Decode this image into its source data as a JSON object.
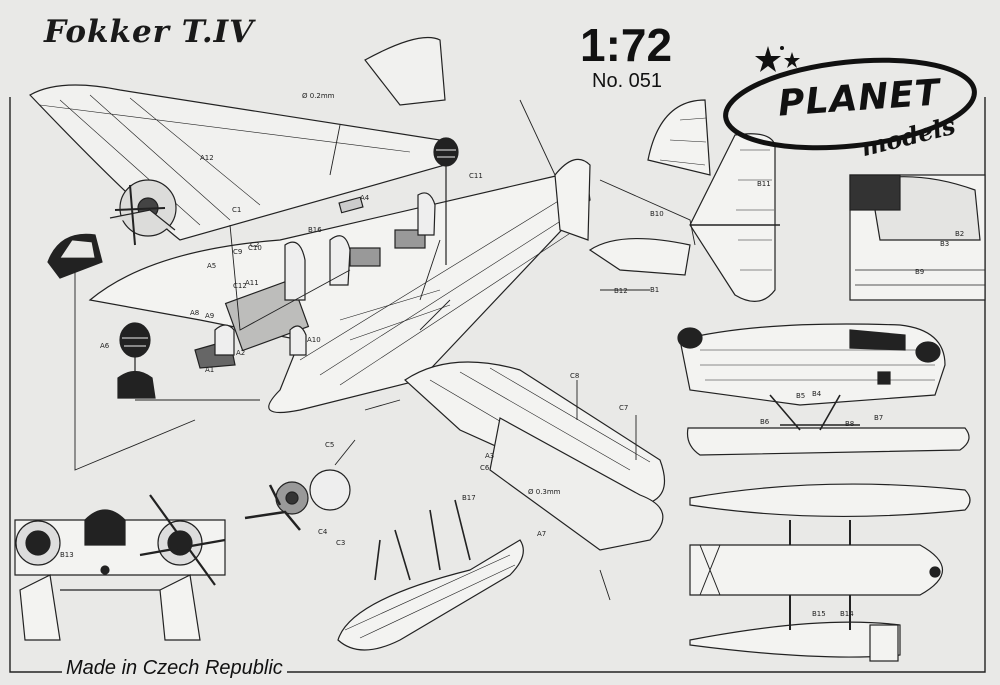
{
  "header": {
    "title": "Fokker T.IV",
    "scale": "1:72",
    "catalog_number": "No. 051"
  },
  "brand": {
    "name": "PLANET",
    "tagline": "models"
  },
  "footer": {
    "origin": "Made in Czech Republic"
  },
  "callouts": {
    "a1": "A1",
    "a2": "A2",
    "a3": "A3",
    "a4": "A4",
    "a5": "A5",
    "a6": "A6",
    "a7": "A7",
    "a8": "A8",
    "a9": "A9",
    "a10": "A10",
    "a11": "A11",
    "a12": "A12",
    "b1": "B1",
    "b2": "B2",
    "b3": "B3",
    "b4": "B4",
    "b5": "B5",
    "b6": "B6",
    "b7": "B7",
    "b8": "B8",
    "b9": "B9",
    "b10": "B10",
    "b11": "B11",
    "b12": "B12",
    "b13": "B13",
    "b14": "B14",
    "b15": "B15",
    "b16": "B16",
    "b17": "B17",
    "c1": "C1",
    "c2": "C2",
    "c3": "C3",
    "c4": "C4",
    "c5": "C5",
    "c6": "C6",
    "c7": "C7",
    "c8": "C8",
    "c9": "C9",
    "c10": "C10",
    "c11": "C11",
    "c12": "C12",
    "wire_02": "Ø 0.2mm",
    "wire_03": "Ø 0.3mm"
  }
}
